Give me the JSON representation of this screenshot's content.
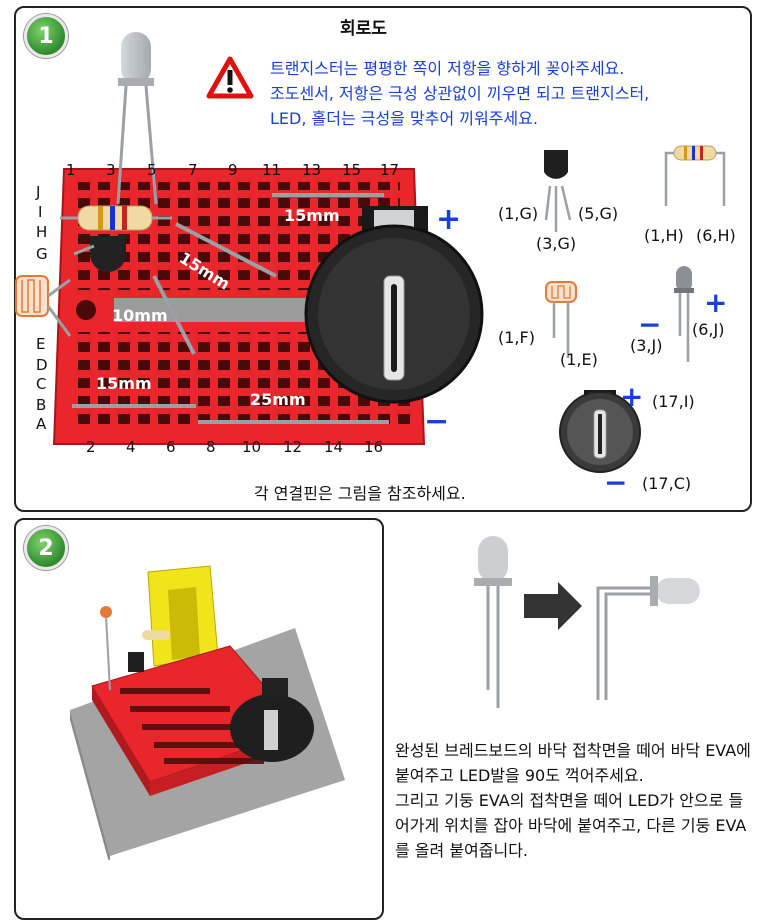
{
  "step1": {
    "badge": "1",
    "title": "회로도",
    "warning_icon": "warning-triangle-icon",
    "instructions": [
      "트랜지스터는 평평한 쪽이 저항을 향하게 꽂아주세요.",
      "조도센서, 저항은 극성 상관없이 끼우면 되고 트랜지스터,",
      "LED, 홀더는 극성을 맞추어 끼워주세요."
    ],
    "breadboard": {
      "top_columns": [
        "1",
        "3",
        "5",
        "7",
        "9",
        "11",
        "13",
        "15",
        "17"
      ],
      "bottom_columns": [
        "2",
        "4",
        "6",
        "8",
        "10",
        "12",
        "14",
        "16"
      ],
      "upper_rows": [
        "J",
        "I",
        "H",
        "G"
      ],
      "lower_rows": [
        "E",
        "D",
        "C",
        "B",
        "A"
      ],
      "wire_labels": [
        "15mm",
        "15mm",
        "10mm",
        "15mm",
        "25mm"
      ]
    },
    "holder_plus": "+",
    "holder_minus": "−",
    "parts": {
      "transistor": [
        "(1,G)",
        "(5,G)",
        "(3,G)"
      ],
      "resistor": [
        "(1,H)",
        "(6,H)"
      ],
      "photoresistor": [
        "(1,F)",
        "(1,E)"
      ],
      "led_minus": "−",
      "led_plus": "+",
      "led": [
        "(3,J)",
        "(6,J)"
      ],
      "holder_plus": "+",
      "holder_minus": "−",
      "holder": [
        "(17,I)",
        "(17,C)"
      ]
    },
    "footnote": "각 연결핀은 그림을 참조하세요.",
    "colors": {
      "board": "#e8262b",
      "badge": "#3a9a3a",
      "instruction": "#1a3fd6",
      "warning": "#e01010"
    }
  },
  "step2": {
    "badge": "2",
    "paragraph1": "완성된 브레드보드의 바닥 접착면을 떼어 바닥 EVA에 붙여주고 LED발을 90도 꺽어주세요.",
    "paragraph2": "그리고 기둥 EVA의 접착면을 떼어 LED가 안으로 들어가게 위치를 잡아 바닥에 붙여주고, 다른 기둥 EVA를 올려 붙여줍니다."
  }
}
